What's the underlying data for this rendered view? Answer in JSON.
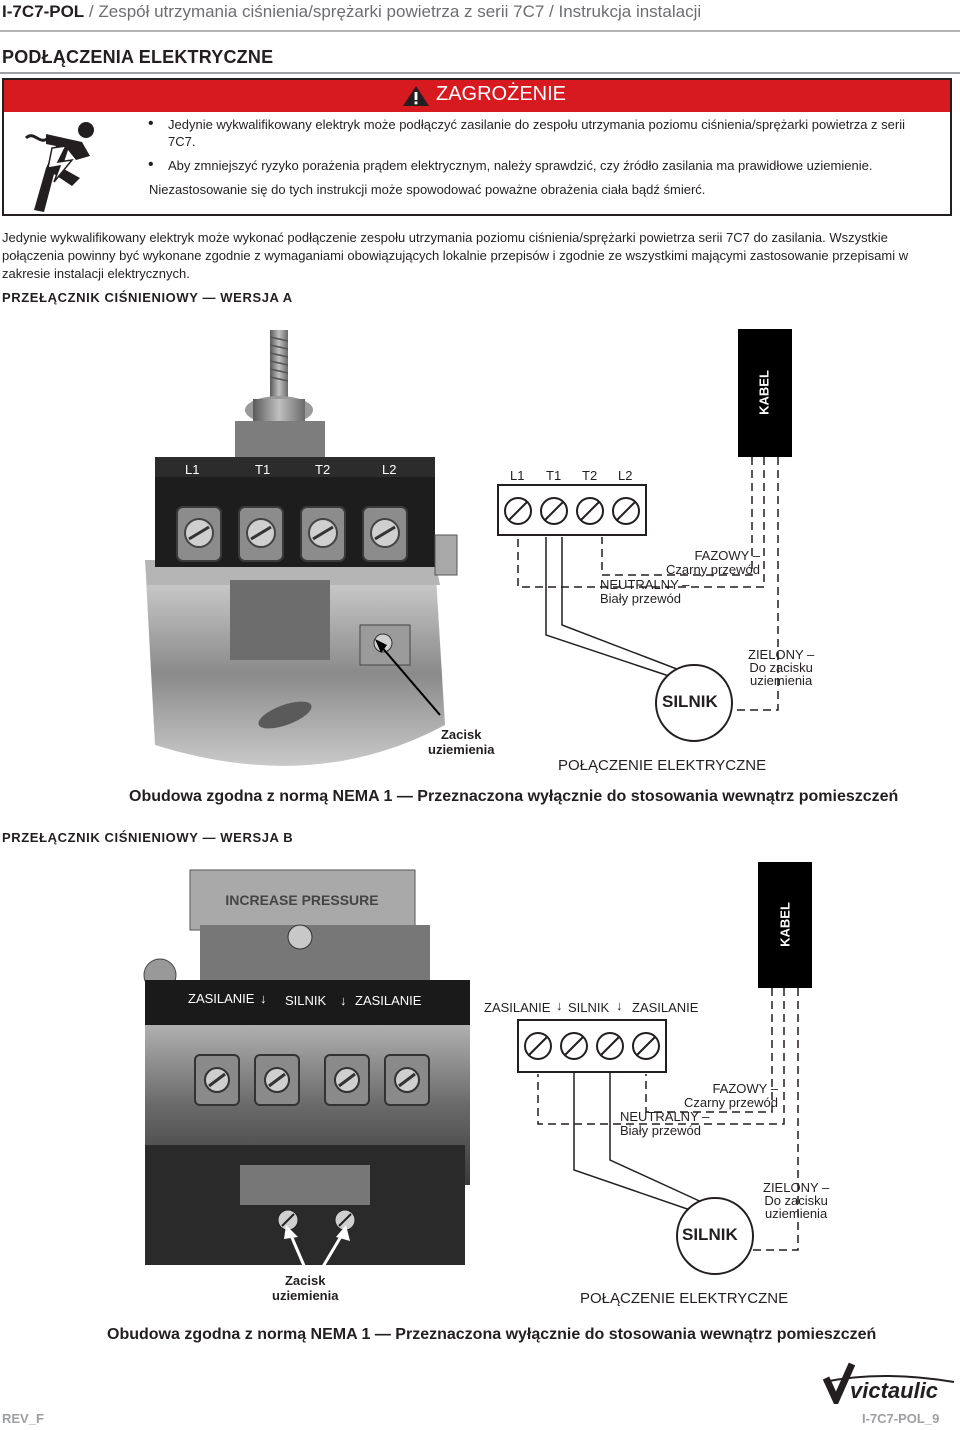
{
  "header": {
    "doc_code": "I-7C7-POL",
    "separator": " / ",
    "title_rest": "Zespół utrzymania ciśnienia/sprężarki powietrza z serii 7C7 / Instrukcja instalacji"
  },
  "section_title": "PODŁĄCZENIA ELEKTRYCZNE",
  "danger": {
    "heading": "ZAGROŻENIE",
    "bullets": [
      "Jedynie wykwalifikowany elektryk może podłączyć zasilanie do zespołu utrzymania poziomu ciśnienia/sprężarki powietrza z serii 7C7.",
      "Aby zmniejszyć ryzyko porażenia prądem elektrycznym, należy sprawdzić, czy źródło zasilania ma prawidłowe uziemienie."
    ],
    "note": "Niezastosowanie się do tych instrukcji może spowodować poważne obrażenia ciała bądź śmierć.",
    "icon": "electric-shock-icon",
    "accent_color": "#d71920"
  },
  "intro_text": "Jedynie wykwalifikowany elektryk może wykonać podłączenie zespołu utrzymania poziomu ciśnienia/sprężarki powietrza serii 7C7 do zasilania. Wszystkie połączenia powinny być wykonane zgodnie z wymaganiami obowiązujących lokalnie przepisów i zgodnie ze wszystkimi mającymi zastosowanie przepisami w zakresie instalacji elektrycznych.",
  "version_a": {
    "title": "PRZEŁĄCZNIK CIŚNIENIOWY — WERSJA A",
    "photo_terminals": [
      "L1",
      "T1",
      "T2",
      "L2"
    ],
    "diagram_terminals": [
      "L1",
      "T1",
      "T2",
      "L2"
    ],
    "kabel": "KABEL",
    "phase_label": "FAZOWY –",
    "phase_wire": "Czarny przewód",
    "neutral_label": "NEUTRALNY –",
    "neutral_wire": "Biały przewód",
    "ground_label_1": "ZIELONY –",
    "ground_label_2": "Do zacisku",
    "ground_label_3": "uziemienia",
    "motor": "SILNIK",
    "clamp_1": "Zacisk",
    "clamp_2": "uziemienia",
    "connection_caption": "POŁĄCZENIE ELEKTRYCZNE",
    "enclosure_caption": "Obudowa zgodna z normą NEMA 1 — Przeznaczona wyłącznie do stosowania wewnątrz pomieszczeń"
  },
  "version_b": {
    "title": "PRZEŁĄCZNIK CIŚNIENIOWY — WERSJA B",
    "photo_supply_left": "ZASILANIE",
    "photo_motor": "SILNIK",
    "photo_supply_right": "ZASILANIE",
    "diagram_supply_left": "ZASILANIE",
    "diagram_motor": "SILNIK",
    "diagram_supply_right": "ZASILANIE",
    "photo_top_text": "INCREASE PRESSURE",
    "kabel": "KABEL",
    "phase_label": "FAZOWY –",
    "phase_wire": "Czarny przewód",
    "neutral_label": "NEUTRALNY –",
    "neutral_wire": "Biały przewód",
    "ground_label_1": "ZIELONY –",
    "ground_label_2": "Do zacisku",
    "ground_label_3": "uziemienia",
    "motor": "SILNIK",
    "clamp_1": "Zacisk",
    "clamp_2": "uziemienia",
    "connection_caption": "POŁĄCZENIE ELEKTRYCZNE",
    "enclosure_caption": "Obudowa zgodna z normą NEMA 1 — Przeznaczona wyłącznie do stosowania wewnątrz pomieszczeń"
  },
  "logo_text": "victaulic",
  "footer": {
    "revision": "REV_F",
    "page": "I-7C7-POL_9"
  }
}
